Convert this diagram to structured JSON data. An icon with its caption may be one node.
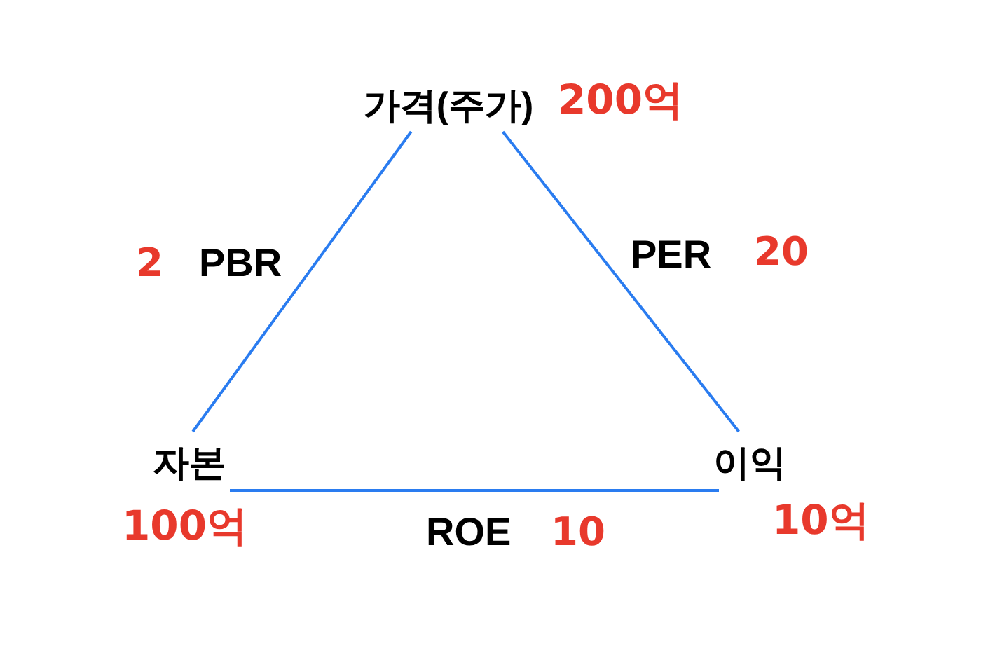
{
  "diagram": {
    "nodes": [
      {
        "text": [
          "가격(주가)"
        ],
        "beside": [
          "200억"
        ]
      },
      {
        "text": [
          "자본"
        ],
        "beside": [
          "100억"
        ]
      },
      {
        "text": [
          "이익"
        ],
        "beside": [
          "10억"
        ]
      }
    ],
    "edges": [
      {
        "from": 0,
        "to": 1,
        "arrow": "none",
        "label": "PBR"
      },
      {
        "from": 0,
        "to": 2,
        "arrow": "none",
        "label": "PER"
      },
      {
        "from": 1,
        "to": 2,
        "arrow": "none",
        "label": "ROE"
      }
    ],
    "labels": [
      "2",
      "20",
      "10"
    ]
  }
}
